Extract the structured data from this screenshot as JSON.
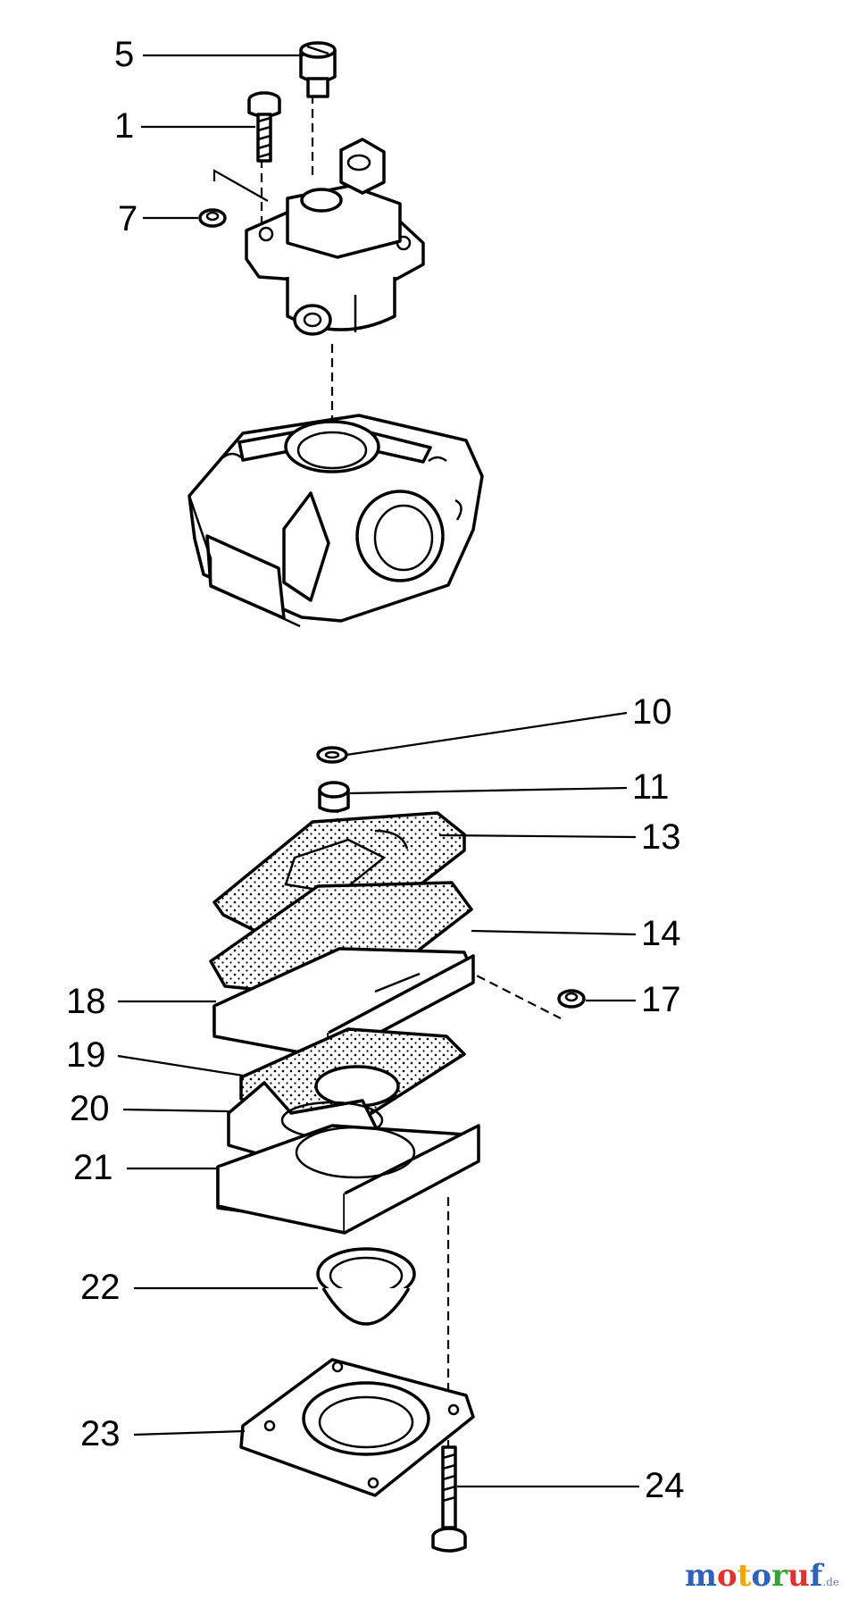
{
  "callouts": [
    {
      "id": "c5",
      "label": "5"
    },
    {
      "id": "c1",
      "label": "1"
    },
    {
      "id": "c7",
      "label": "7"
    },
    {
      "id": "c10",
      "label": "10"
    },
    {
      "id": "c11",
      "label": "11"
    },
    {
      "id": "c13",
      "label": "13"
    },
    {
      "id": "c14",
      "label": "14"
    },
    {
      "id": "c17",
      "label": "17"
    },
    {
      "id": "c18",
      "label": "18"
    },
    {
      "id": "c19",
      "label": "19"
    },
    {
      "id": "c20",
      "label": "20"
    },
    {
      "id": "c21",
      "label": "21"
    },
    {
      "id": "c22",
      "label": "22"
    },
    {
      "id": "c23",
      "label": "23"
    },
    {
      "id": "c24",
      "label": "24"
    }
  ],
  "watermark": {
    "text_parts": [
      "m",
      "o",
      "t",
      "o",
      "r",
      "u",
      "f"
    ],
    "suffix": ".de",
    "colors": [
      "#2e63b8",
      "#e3312d",
      "#f0a800",
      "#2e63b8",
      "#3aa13a",
      "#e3312d",
      "#2e63b8"
    ]
  }
}
